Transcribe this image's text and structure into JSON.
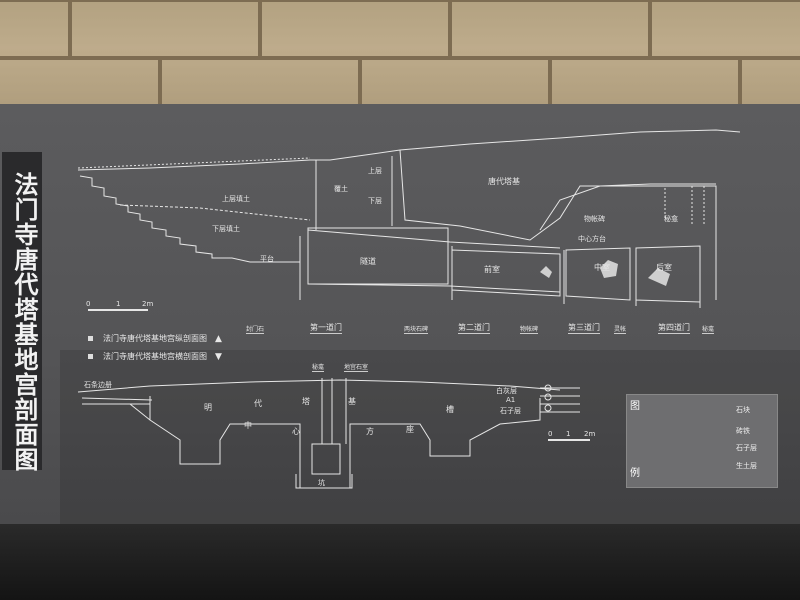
{
  "board": {
    "title": "法门寺唐代塔基地宫剖面图",
    "legend": [
      {
        "text": "法门寺唐代塔基地宫纵剖面图",
        "marker": "▲"
      },
      {
        "text": "法门寺唐代塔基地宫横剖面图",
        "marker": "▼"
      }
    ]
  },
  "long_section": {
    "labels": {
      "tang_base": "唐代塔基",
      "upper_fill": "上层填土",
      "lower_fill": "下层填土",
      "upper_layer": "上层",
      "lower_layer": "下层",
      "pit_fill": "覆土",
      "step": "平台",
      "tunnel": "隧道",
      "front_room": "前室",
      "middle_room": "中室",
      "rear_room": "后室",
      "center_pit": "中心方台",
      "door1": "第一道门",
      "door2": "第二道门",
      "door3": "第三道门",
      "door4": "第四道门",
      "gate_stone": "封门石",
      "stele": "物帐碑",
      "two_steles": "两块石碑",
      "tomb": "灵帐",
      "secret": "秘龛",
      "scale_zero": "0",
      "scale_one": "1",
      "scale_two": "2m"
    }
  },
  "cross_section": {
    "labels": {
      "top_left": "石条边册",
      "secret_hole": "秘龛",
      "secret_box": "地宫石室",
      "tang": "明",
      "dai": "代",
      "ta": "塔",
      "ji": "基",
      "center": "中",
      "heart": "心",
      "square": "方",
      "seat": "座",
      "base_label": "槽",
      "white_ash": "白灰层",
      "ai": "A1",
      "stone_layer": "石子层",
      "scale_zero": "0",
      "scale_one": "1",
      "scale_two": "2m",
      "pit_mark": "坑"
    }
  },
  "key": {
    "title_top": "图",
    "title_bottom": "例",
    "items": [
      {
        "symbol": "stone-block-symbol",
        "text": "石块"
      },
      {
        "symbol": "brick-symbol",
        "text": "砖铁"
      },
      {
        "symbol": "gravel-symbol",
        "text": "石子层"
      },
      {
        "symbol": "soil-symbol",
        "text": "生土层"
      }
    ]
  },
  "colors": {
    "board": "#555557",
    "title_strip": "#2a2a2c",
    "line": "#e8e8e8",
    "wall": "#b0a07f"
  }
}
